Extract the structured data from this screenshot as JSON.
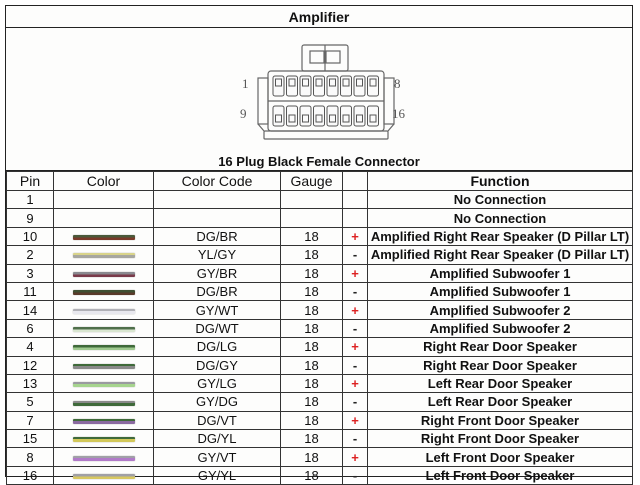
{
  "title": "Amplifier",
  "connector": {
    "caption": "16 Plug Black Female Connector",
    "pin_labels": {
      "top_left": "1",
      "top_right": "8",
      "bottom_left": "9",
      "bottom_right": "16"
    }
  },
  "table": {
    "headers": {
      "pin": "Pin",
      "color": "Color",
      "code": "Color Code",
      "gauge": "Gauge",
      "polarity": "",
      "function": "Function"
    },
    "rows": [
      {
        "pin": "1",
        "colors": [],
        "code": "",
        "gauge": "",
        "polarity": "",
        "function": "No Connection"
      },
      {
        "pin": "9",
        "colors": [],
        "code": "",
        "gauge": "",
        "polarity": "",
        "function": "No Connection"
      },
      {
        "pin": "10",
        "colors": [
          "#4a5a3a",
          "#7a3a2a"
        ],
        "code": "DG/BR",
        "gauge": "18",
        "polarity": "+",
        "function": "Amplified Right Rear Speaker (D Pillar LT)"
      },
      {
        "pin": "2",
        "colors": [
          "#d9d48a",
          "#a7a7a0"
        ],
        "code": "YL/GY",
        "gauge": "18",
        "polarity": "-",
        "function": "Amplified Right Rear Speaker (D Pillar LT)"
      },
      {
        "pin": "3",
        "colors": [
          "#8a8a90",
          "#7a3a4a"
        ],
        "code": "GY/BR",
        "gauge": "18",
        "polarity": "+",
        "function": "Amplified Subwoofer 1"
      },
      {
        "pin": "11",
        "colors": [
          "#3f4f32",
          "#5a3a2a"
        ],
        "code": "DG/BR",
        "gauge": "18",
        "polarity": "-",
        "function": "Amplified Subwoofer 1"
      },
      {
        "pin": "14",
        "colors": [
          "#b0b0b6",
          "#e8e8ee"
        ],
        "code": "GY/WT",
        "gauge": "18",
        "polarity": "+",
        "function": "Amplified Subwoofer 2"
      },
      {
        "pin": "6",
        "colors": [
          "#4f6f4a",
          "#d9e6d0"
        ],
        "code": "DG/WT",
        "gauge": "18",
        "polarity": "-",
        "function": "Amplified Subwoofer 2"
      },
      {
        "pin": "4",
        "colors": [
          "#3f6a3a",
          "#9fc98f"
        ],
        "code": "DG/LG",
        "gauge": "18",
        "polarity": "+",
        "function": "Right Rear Door Speaker"
      },
      {
        "pin": "12",
        "colors": [
          "#3f6a3a",
          "#8a8a8a"
        ],
        "code": "DG/GY",
        "gauge": "18",
        "polarity": "-",
        "function": "Right Rear Door Speaker"
      },
      {
        "pin": "13",
        "colors": [
          "#9a9aa0",
          "#a6d48e"
        ],
        "code": "GY/LG",
        "gauge": "18",
        "polarity": "+",
        "function": "Left Rear Door Speaker"
      },
      {
        "pin": "5",
        "colors": [
          "#8a8a8a",
          "#3f6a3a"
        ],
        "code": "GY/DG",
        "gauge": "18",
        "polarity": "-",
        "function": "Left Rear Door Speaker"
      },
      {
        "pin": "7",
        "colors": [
          "#3f6a3a",
          "#8a6aa0"
        ],
        "code": "DG/VT",
        "gauge": "18",
        "polarity": "+",
        "function": "Right Front  Door Speaker"
      },
      {
        "pin": "15",
        "colors": [
          "#3f6a3a",
          "#d2c85a"
        ],
        "code": "DG/YL",
        "gauge": "18",
        "polarity": "-",
        "function": "Right Front  Door Speaker"
      },
      {
        "pin": "8",
        "colors": [
          "#a0a0a6",
          "#b07ac8"
        ],
        "code": "GY/VT",
        "gauge": "18",
        "polarity": "+",
        "function": "Left Front  Door Speaker"
      },
      {
        "pin": "16",
        "colors": [
          "#a0a0a6",
          "#d8c860"
        ],
        "code": "GY/YL",
        "gauge": "18",
        "polarity": "-",
        "function": "Left Front  Door Speaker"
      }
    ]
  },
  "colors": {
    "plus": "#d22222",
    "minus": "#222222",
    "border": "#333333"
  }
}
